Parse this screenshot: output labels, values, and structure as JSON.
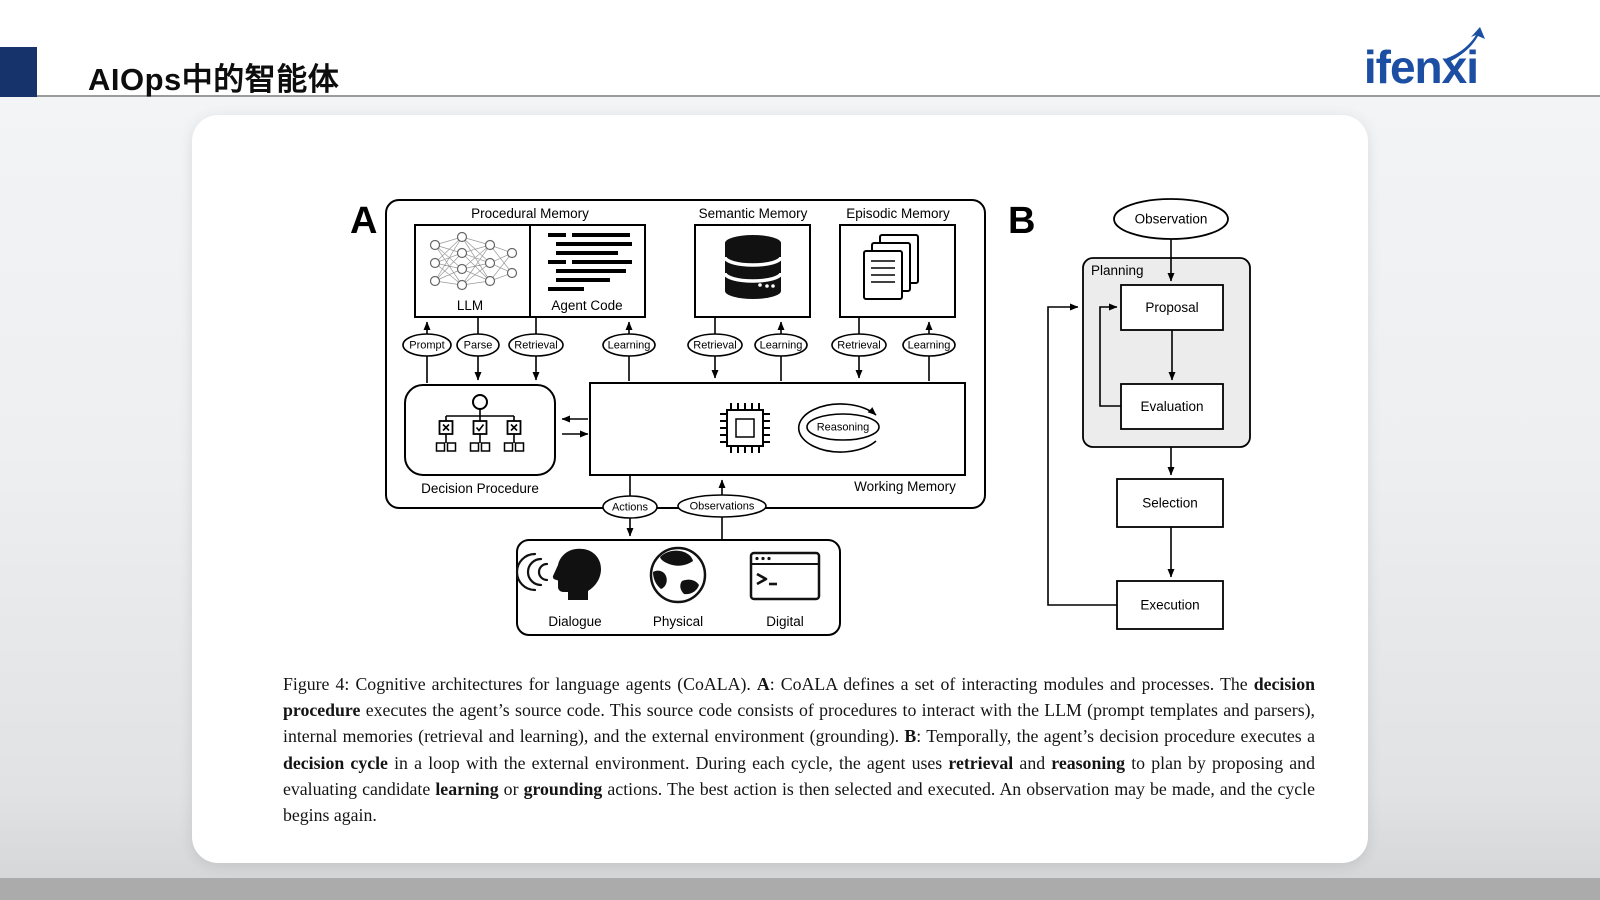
{
  "header": {
    "title": "AIOps中的智能体",
    "logo_text": "ifenxi",
    "accent_color": "#17336c",
    "logo_color": "#1c4fa3"
  },
  "diagram": {
    "panel_a": {
      "label": "A",
      "memories": {
        "procedural": "Procedural Memory",
        "semantic": "Semantic Memory",
        "episodic": "Episodic Memory"
      },
      "llm": "LLM",
      "agent_code": "Agent Code",
      "links": {
        "prompt": "Prompt",
        "parse": "Parse",
        "retrieval1": "Retrieval",
        "learning1": "Learning",
        "retrieval2": "Retrieval",
        "learning2": "Learning",
        "retrieval3": "Retrieval",
        "learning3": "Learning"
      },
      "decision_procedure": "Decision Procedure",
      "working_memory": "Working Memory",
      "reasoning": "Reasoning",
      "actions": "Actions",
      "observations": "Observations",
      "grounding": {
        "dialogue": "Dialogue",
        "physical": "Physical",
        "digital": "Digital"
      }
    },
    "panel_b": {
      "label": "B",
      "observation": "Observation",
      "planning": "Planning",
      "proposal": "Proposal",
      "evaluation": "Evaluation",
      "selection": "Selection",
      "execution": "Execution"
    }
  },
  "caption": {
    "segments": [
      {
        "text": "Figure 4: Cognitive architectures for language agents (CoALA). ",
        "bold": false
      },
      {
        "text": "A",
        "bold": true
      },
      {
        "text": ": CoALA defines a set of interacting modules and processes. The ",
        "bold": false
      },
      {
        "text": "decision procedure",
        "bold": true
      },
      {
        "text": " executes the agent’s source code. This source code consists of procedures to interact with the LLM (prompt templates and parsers), internal memories (retrieval and learning), and the external environment (grounding). ",
        "bold": false
      },
      {
        "text": "B",
        "bold": true
      },
      {
        "text": ": Temporally, the agent’s decision procedure executes a ",
        "bold": false
      },
      {
        "text": "decision cycle",
        "bold": true
      },
      {
        "text": " in a loop with the external environment. During each cycle, the agent uses ",
        "bold": false
      },
      {
        "text": "retrieval",
        "bold": true
      },
      {
        "text": " and ",
        "bold": false
      },
      {
        "text": "reasoning",
        "bold": true
      },
      {
        "text": " to plan by proposing and evaluating candidate ",
        "bold": false
      },
      {
        "text": "learning",
        "bold": true
      },
      {
        "text": " or ",
        "bold": false
      },
      {
        "text": "grounding",
        "bold": true
      },
      {
        "text": " actions. The best action is then selected and executed. An observation may be made, and the cycle begins again.",
        "bold": false
      }
    ]
  }
}
